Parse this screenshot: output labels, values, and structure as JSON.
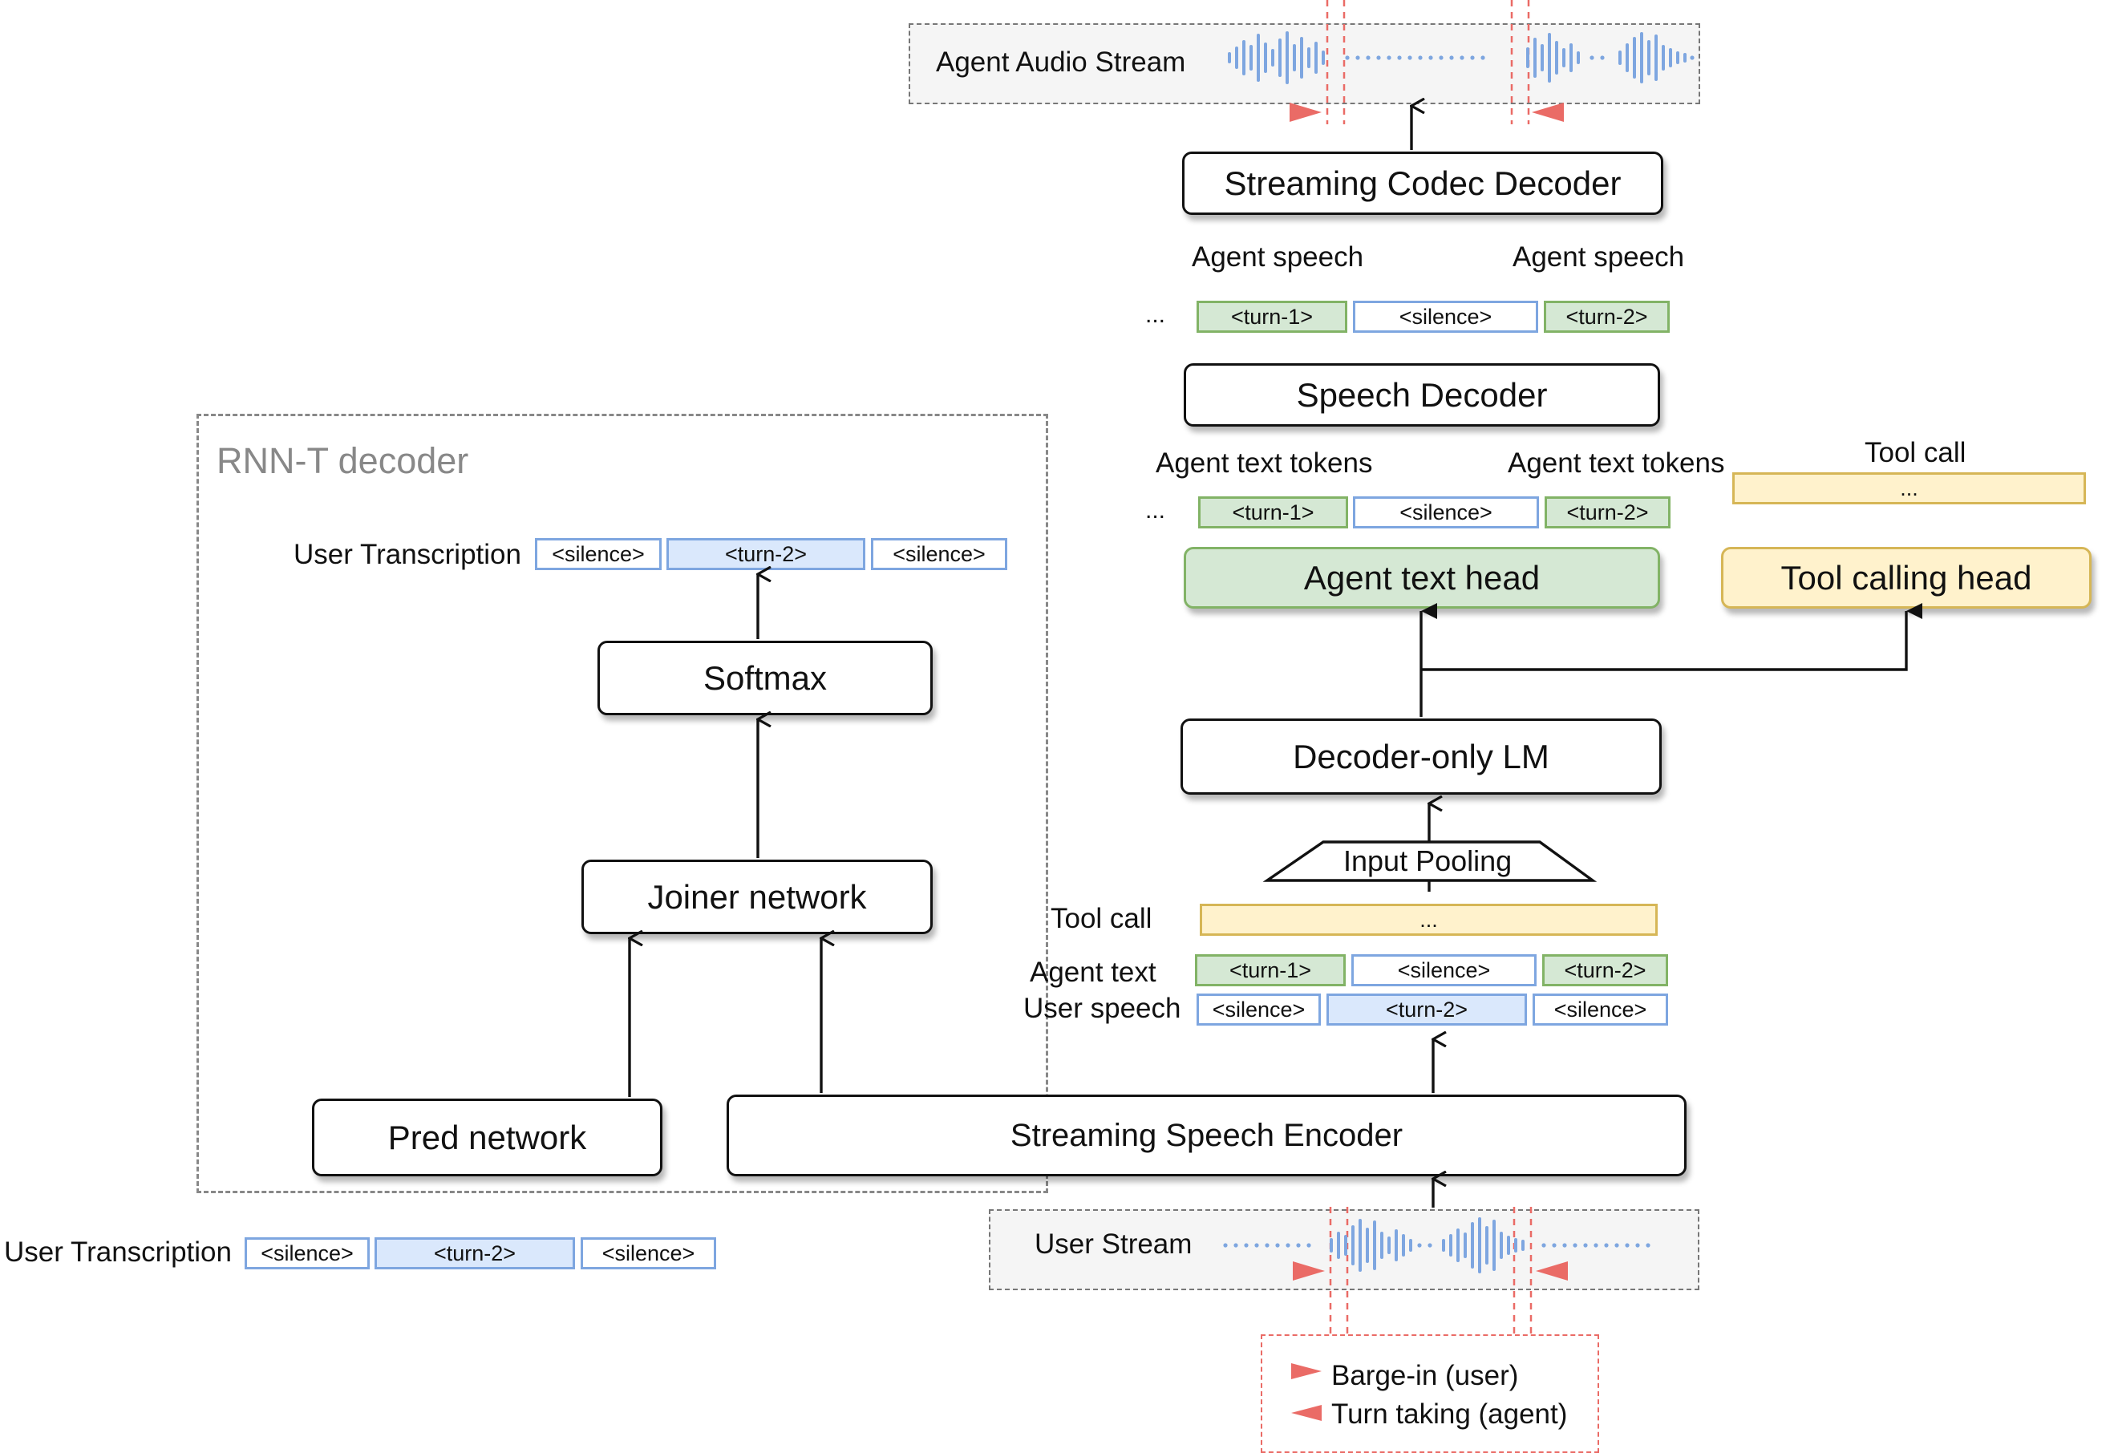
{
  "top_stream": {
    "label": "Agent Audio Stream"
  },
  "blocks": {
    "codec_decoder": "Streaming Codec Decoder",
    "speech_decoder": "Speech Decoder",
    "agent_text_head": "Agent text head",
    "tool_calling_head": "Tool calling head",
    "decoder_lm": "Decoder-only LM",
    "input_pooling": "Input Pooling",
    "speech_encoder": "Streaming Speech Encoder",
    "pred_network": "Pred network",
    "joiner_network": "Joiner network",
    "softmax": "Softmax"
  },
  "agent_speech": {
    "label_left": "Agent speech",
    "label_right": "Agent speech",
    "ellipsis": "...",
    "tokens": [
      "<turn-1>",
      "<silence>",
      "<turn-2>"
    ]
  },
  "agent_text_tokens": {
    "label_left": "Agent text tokens",
    "label_right": "Agent text tokens",
    "ellipsis": "...",
    "tokens": [
      "<turn-1>",
      "<silence>",
      "<turn-2>"
    ]
  },
  "tool_call_top": {
    "label": "Tool call",
    "value": "..."
  },
  "input_rows": {
    "tool_call_label": "Tool call",
    "tool_call_value": "...",
    "agent_text_label": "Agent text",
    "agent_text_tokens": [
      "<turn-1>",
      "<silence>",
      "<turn-2>"
    ],
    "user_speech_label": "User speech",
    "user_speech_tokens": [
      "<silence>",
      "<turn-2>",
      "<silence>"
    ]
  },
  "rnnt": {
    "title": "RNN-T decoder",
    "transcription_label": "User Transcription",
    "tokens": [
      "<silence>",
      "<turn-2>",
      "<silence>"
    ]
  },
  "bottom_transcription": {
    "label": "User Transcription",
    "tokens": [
      "<silence>",
      "<turn-2>",
      "<silence>"
    ]
  },
  "user_stream": {
    "label": "User Stream"
  },
  "legend": {
    "barge_in": "Barge-in (user)",
    "turn_taking": "Turn taking (agent)"
  },
  "colors": {
    "green_fill": "#d5e8d4",
    "green_border": "#82b366",
    "yellow_fill": "#fff2cc",
    "yellow_border": "#d6b656",
    "blue_fill": "#dae8fc",
    "blue_border": "#7ea6e0",
    "waveform": "#7ea6e0",
    "marker_red": "#ea6b66"
  }
}
